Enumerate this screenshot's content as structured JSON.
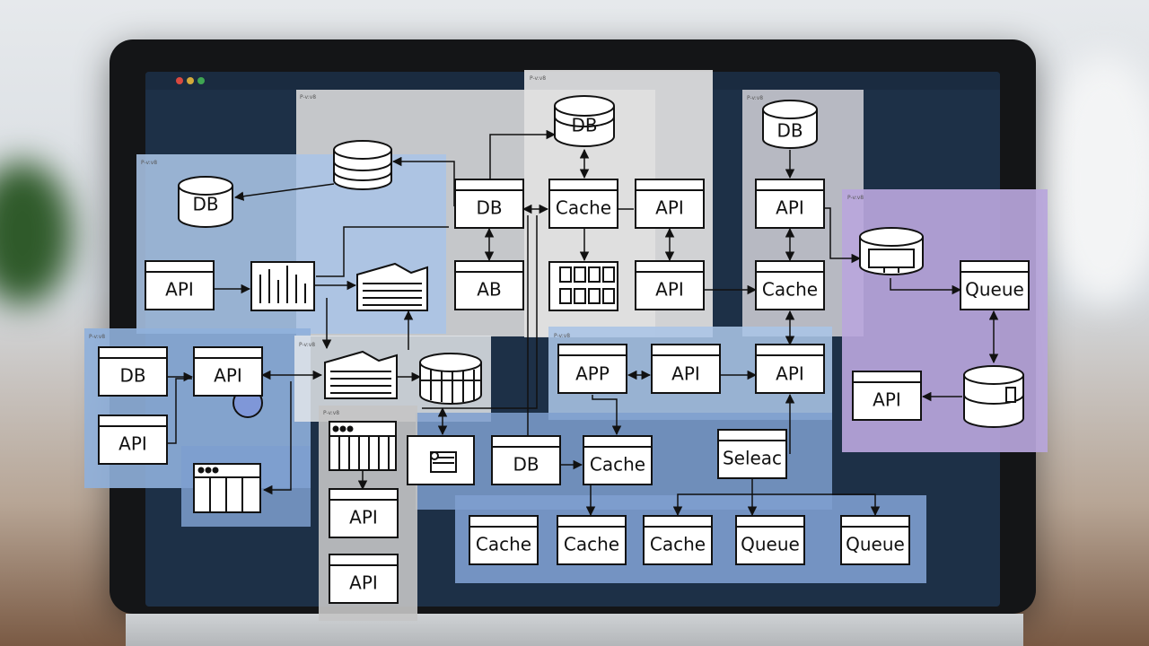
{
  "panel_label": "P-v:v8",
  "nodes": [
    {
      "id": "db-top-center",
      "label": "DB",
      "kind": "cylinder"
    },
    {
      "id": "db-top-right",
      "label": "DB",
      "kind": "cylinder"
    },
    {
      "id": "db-left",
      "label": "DB",
      "kind": "cylinder"
    },
    {
      "id": "db-stack",
      "label": "",
      "kind": "cylinder"
    },
    {
      "id": "db-box",
      "label": "DB",
      "kind": "box"
    },
    {
      "id": "cache-top",
      "label": "Cache",
      "kind": "box"
    },
    {
      "id": "api-top",
      "label": "API",
      "kind": "box"
    },
    {
      "id": "api-right-top",
      "label": "API",
      "kind": "box"
    },
    {
      "id": "api-left",
      "label": "API",
      "kind": "box"
    },
    {
      "id": "ab",
      "label": "AB",
      "kind": "box"
    },
    {
      "id": "api-mid",
      "label": "API",
      "kind": "box"
    },
    {
      "id": "cache-right",
      "label": "Cache",
      "kind": "box"
    },
    {
      "id": "queue-right",
      "label": "Queue",
      "kind": "box"
    },
    {
      "id": "db-left-low",
      "label": "DB",
      "kind": "box"
    },
    {
      "id": "api-left-low",
      "label": "API",
      "kind": "box"
    },
    {
      "id": "api-left-bottom",
      "label": "API",
      "kind": "box"
    },
    {
      "id": "app",
      "label": "APP",
      "kind": "box"
    },
    {
      "id": "api-center",
      "label": "API",
      "kind": "box"
    },
    {
      "id": "api-center-right",
      "label": "API",
      "kind": "box"
    },
    {
      "id": "api-far-right",
      "label": "API",
      "kind": "box"
    },
    {
      "id": "db-bottom",
      "label": "DB",
      "kind": "box"
    },
    {
      "id": "cache-bottom",
      "label": "Cache",
      "kind": "box"
    },
    {
      "id": "seleac",
      "label": "Seleac",
      "kind": "box"
    },
    {
      "id": "api-col-1",
      "label": "API",
      "kind": "box"
    },
    {
      "id": "api-col-2",
      "label": "API",
      "kind": "box"
    },
    {
      "id": "cache-row-1",
      "label": "Cache",
      "kind": "box"
    },
    {
      "id": "cache-row-2",
      "label": "Cache",
      "kind": "box"
    },
    {
      "id": "cache-row-3",
      "label": "Cache",
      "kind": "box"
    },
    {
      "id": "queue-row-1",
      "label": "Queue",
      "kind": "box"
    },
    {
      "id": "queue-row-2",
      "label": "Queue",
      "kind": "box"
    }
  ],
  "colors": {
    "panel_blue": "#aac4e6",
    "panel_grey": "#d8d8d8",
    "panel_purple": "#b9a6dc",
    "panel_deep_blue": "#7e9fcf",
    "circle_fill": "#7f97d8"
  }
}
